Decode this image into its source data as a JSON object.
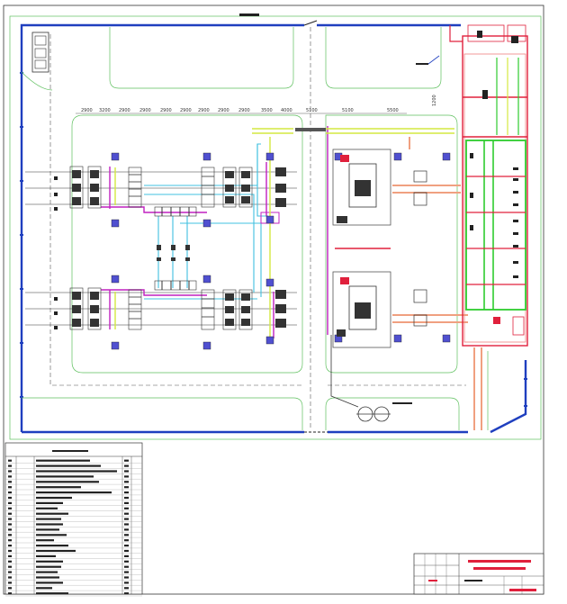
{
  "drawing": {
    "dimension_labels": [
      "2900",
      "3200",
      "2900",
      "2900",
      "2900",
      "2900",
      "2900",
      "2900",
      "2900",
      "3500",
      "4000",
      "5100",
      "5100",
      "5500"
    ],
    "side_dimension": "1200",
    "colors": {
      "boundary": "#1f3fbf",
      "road": "#3cb43c",
      "power_bus": "#e0203c",
      "conveyor": "#40c0e0",
      "cable_tray": "#c020c0",
      "trench": "#d4e840",
      "equipment": "#202020",
      "wall": "#f08080"
    }
  }
}
